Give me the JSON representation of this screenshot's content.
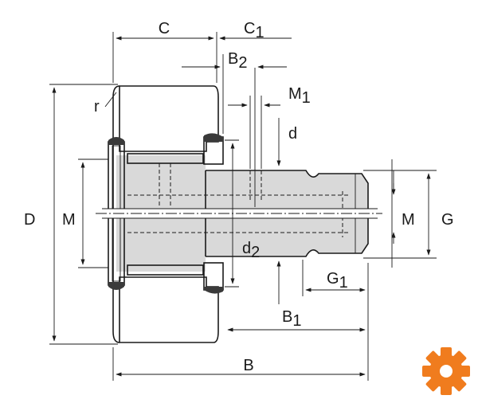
{
  "diagram": {
    "labels": {
      "C": "C",
      "C1": "C",
      "C1_sub": "1",
      "B2": "B",
      "B2_sub": "2",
      "M1": "M",
      "M1_sub": "1",
      "d": "d",
      "d2": "d",
      "d2_sub": "2",
      "r": "r",
      "D": "D",
      "M_left": "M",
      "M_right": "M",
      "G": "G",
      "G1": "G",
      "G1_sub": "1",
      "B1": "B",
      "B1_sub": "1",
      "B": "B"
    }
  },
  "colors": {
    "line": "#1a1a1a",
    "shaft_fill": "#d9d9d9",
    "logo": "#f07c1e"
  },
  "logo": {
    "icon": "gear-icon"
  }
}
